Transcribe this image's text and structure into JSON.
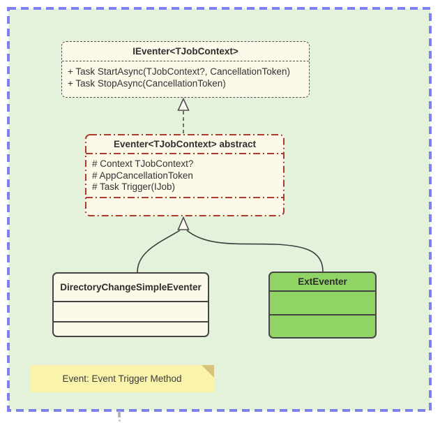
{
  "canvas": {
    "background_color": "#E4F2DC",
    "selection_color": "#7E80EF"
  },
  "classes": {
    "ieventer": {
      "title": "IEventer<TJobContext>",
      "members": [
        "+ Task StartAsync(TJobContext?, CancellationToken)",
        "+ Task StopAsync(CancellationToken)"
      ],
      "fill": "#FCF9E8",
      "border_style": "dashed-gray"
    },
    "eventer": {
      "title": "Eventer<TJobContext> abstract",
      "attributes": [
        "# Context TJobContext?",
        "# AppCancellationToken",
        "# Task Trigger(IJob)"
      ],
      "fill": "#FCF9E8",
      "border_color": "#AC3A2F",
      "border_style": "dash-dot-red"
    },
    "directory": {
      "title": "DirectoryChangeSimpleEventer",
      "fill": "#FCF9E8"
    },
    "ext": {
      "title": "ExtEventer",
      "fill": "#90D466"
    }
  },
  "relations": {
    "realization": "Eventer realizes IEventer (dashed, hollow triangle)",
    "generalization": "DirectoryChangeSimpleEventer and ExtEventer inherit Eventer (solid, hollow triangle)"
  },
  "note": {
    "text": "Event: Event Trigger Method",
    "fill": "#FAF3AB",
    "fold_color": "#D8C37B"
  }
}
